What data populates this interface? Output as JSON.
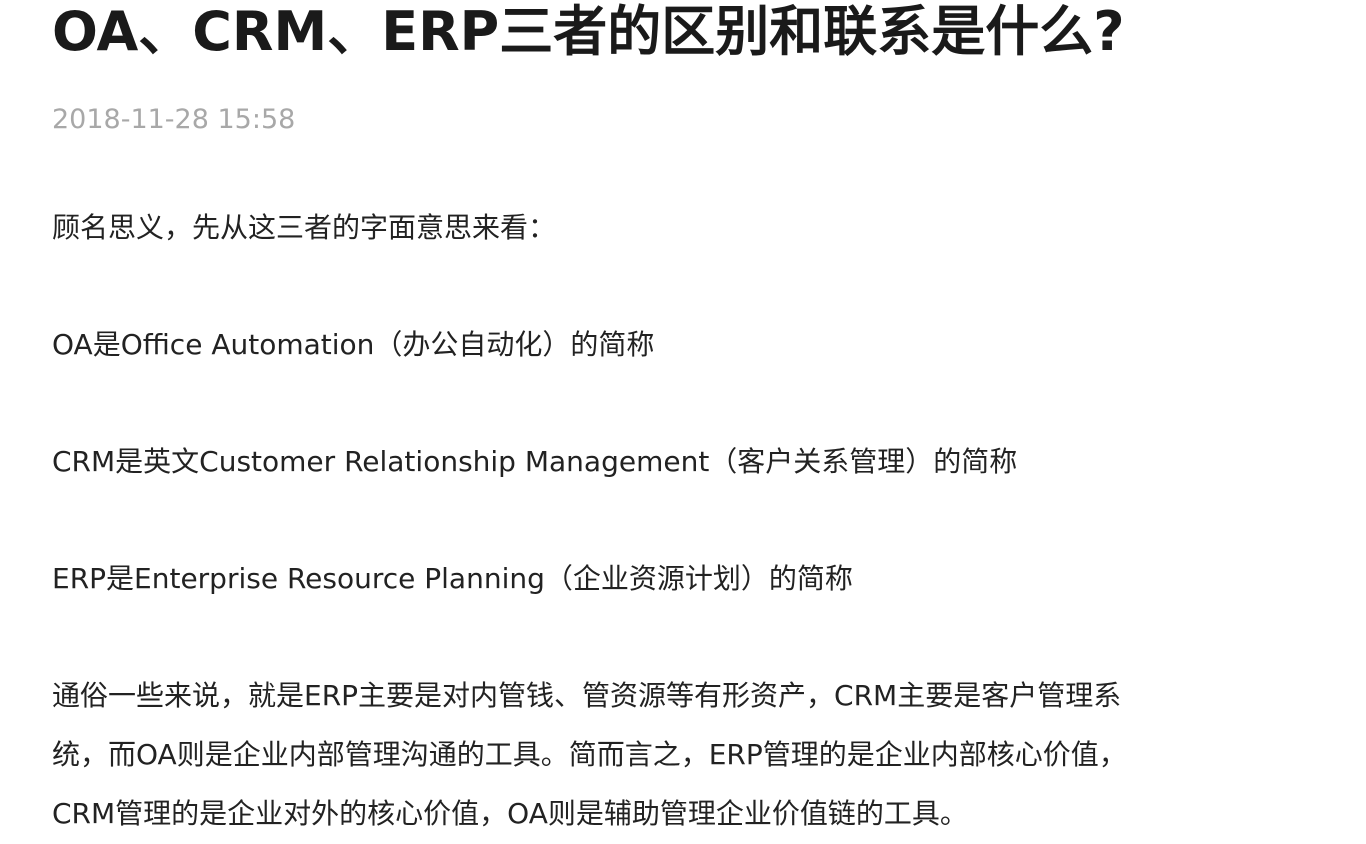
{
  "article": {
    "title": "OA、CRM、ERP三者的区别和联系是什么?",
    "date": "2018-11-28 15:58",
    "paragraphs": [
      "顾名思义，先从这三者的字面意思来看：",
      "OA是Office Automation（办公自动化）的简称",
      "CRM是英文Customer Relationship Management（客户关系管理）的简称",
      "ERP是Enterprise Resource Planning（企业资源计划）的简称"
    ],
    "summary_lines": [
      "通俗一些来说，就是ERP主要是对内管钱、管资源等有形资产，CRM主要是客户管理系",
      "统，而OA则是企业内部管理沟通的工具。简而言之，ERP管理的是企业内部核心价值，",
      "CRM管理的是企业对外的核心价值，OA则是辅助管理企业价值链的工具。"
    ]
  }
}
